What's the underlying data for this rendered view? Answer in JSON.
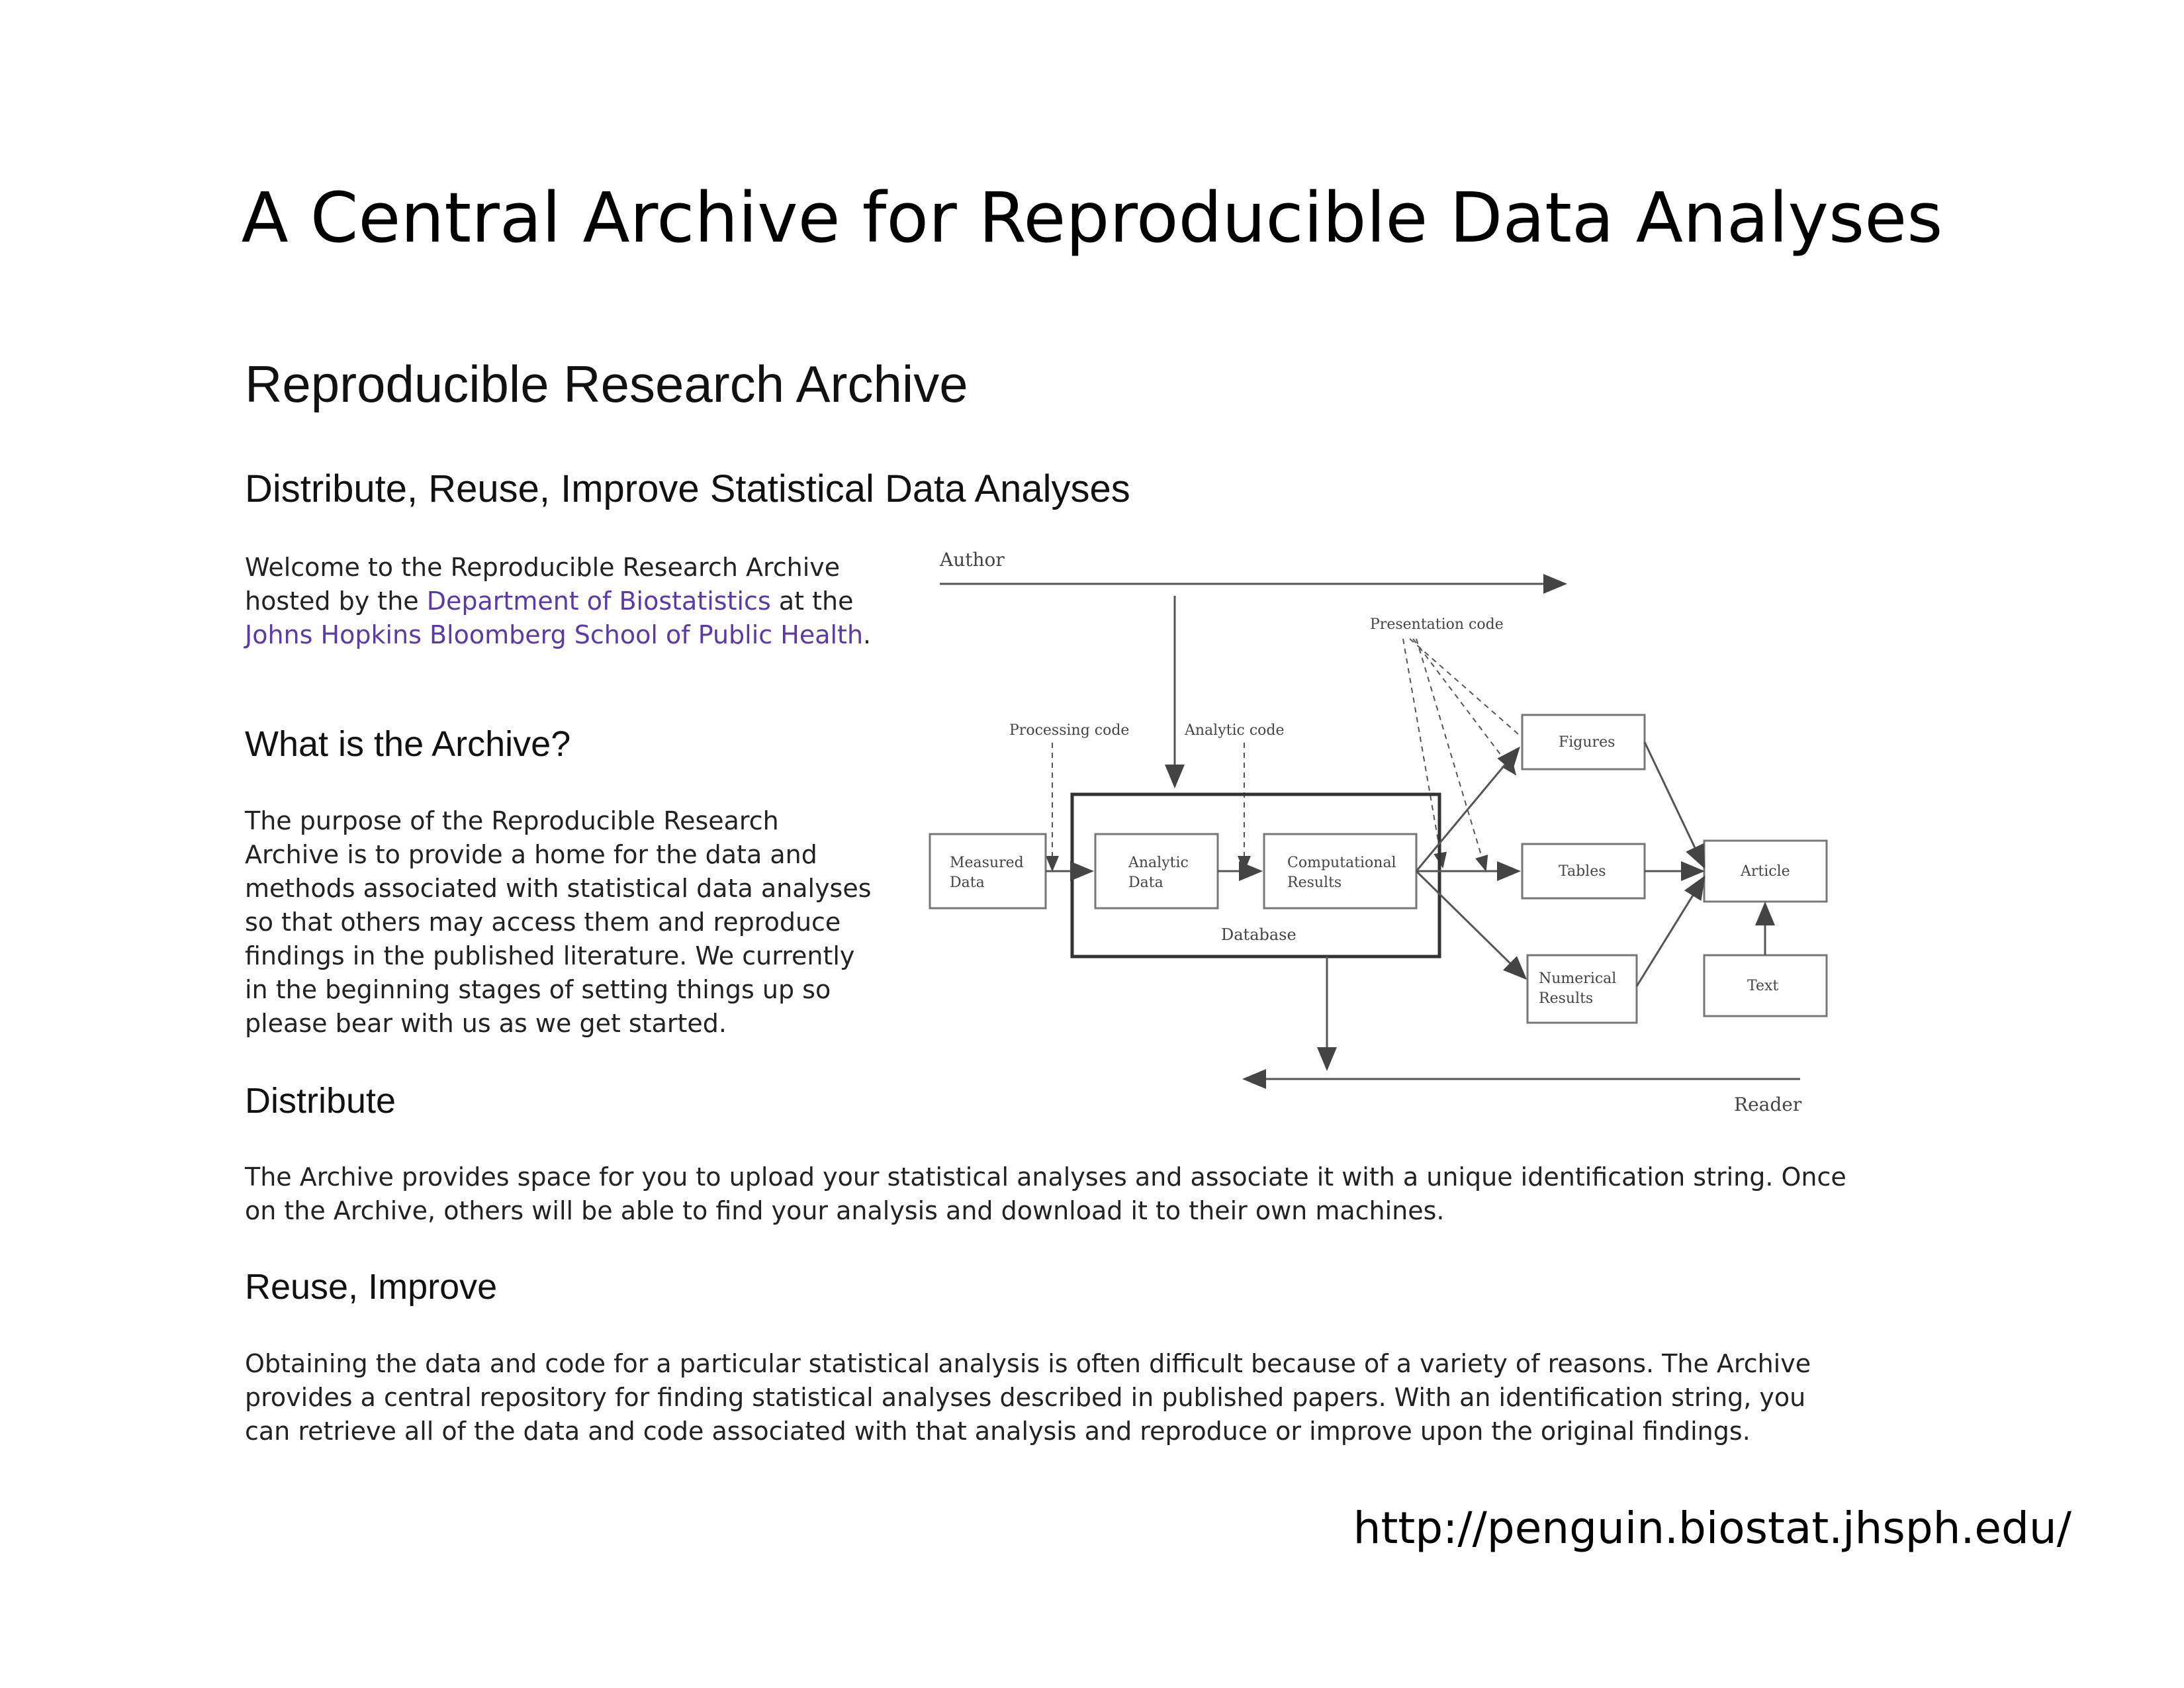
{
  "slide": {
    "title": "A Central Archive for Reproducible Data Analyses",
    "url": "http://penguin.biostat.jhsph.edu/"
  },
  "page": {
    "heading": "Reproducible Research Archive",
    "subheading": "Distribute, Reuse, Improve Statistical Data Analyses",
    "welcome": {
      "text1": "Welcome to the Reproducible Research Archive hosted by the ",
      "link1": "Department of Biostatistics",
      "text2": " at the ",
      "link2": "Johns Hopkins Bloomberg School of Public Health",
      "text3": "."
    },
    "sections": [
      {
        "heading": "What is the Archive?",
        "body": "The purpose of the Reproducible Research Archive is to provide a home for the data and methods associated with statistical data analyses so that others may access them and reproduce findings in the published literature. We currently in the beginning stages of setting things up so please bear with us as we get started."
      },
      {
        "heading": "Distribute",
        "body": "The Archive provides space for you to upload your statistical analyses and associate it with a unique identification string. Once on the Archive, others will be able to find your analysis and download it to their own machines."
      },
      {
        "heading": "Reuse, Improve",
        "body": "Obtaining the data and code for a particular statistical analysis is often difficult because of a variety of reasons. The Archive provides a central repository for finding statistical analyses described in published papers. With an identification string, you can retrieve all of the data and code associated with that analysis and reproduce or improve upon the original findings."
      }
    ]
  },
  "diagram": {
    "author": "Author",
    "reader": "Reader",
    "presentation_code": "Presentation code",
    "processing_code": "Processing code",
    "analytic_code": "Analytic code",
    "database": "Database",
    "measured_data": [
      "Measured",
      "Data"
    ],
    "analytic_data": [
      "Analytic",
      "Data"
    ],
    "computational_results": [
      "Computational",
      "Results"
    ],
    "figures": "Figures",
    "tables": "Tables",
    "numerical_results": [
      "Numerical",
      "Results"
    ],
    "article": "Article",
    "text": "Text"
  }
}
